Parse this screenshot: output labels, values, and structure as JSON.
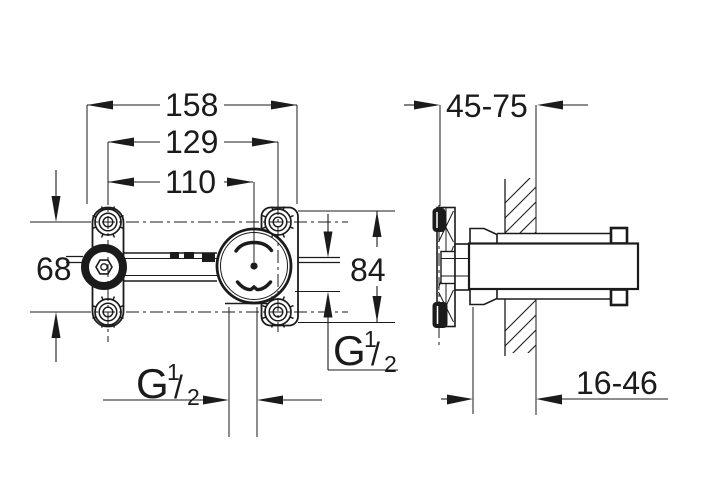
{
  "front_view": {
    "dims": {
      "overall_width": "158",
      "mounting_width": "129",
      "center_distance": "110",
      "mounting_height": "68",
      "body_height": "84"
    },
    "thread_label": {
      "letter": "G",
      "numerator": "1",
      "fraction_slash": "/",
      "denominator": "2"
    }
  },
  "side_view": {
    "dims": {
      "installation_depth_range": "45-75",
      "finished_wall_range": "16-46"
    }
  },
  "style": {
    "line_color": "#1b1b1b",
    "background": "#ffffff"
  }
}
